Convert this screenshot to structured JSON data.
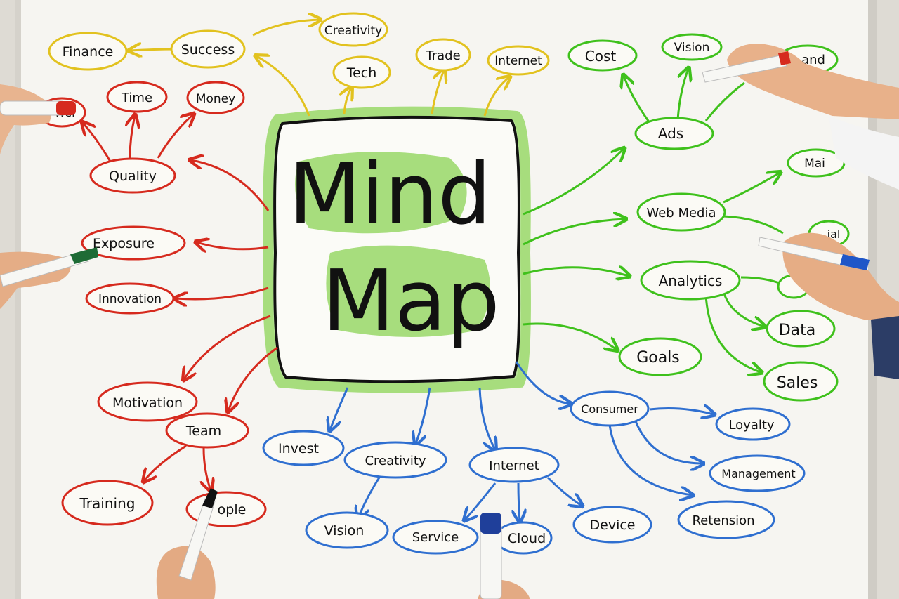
{
  "center": {
    "line1": "Mind",
    "line2": "Map"
  },
  "colors": {
    "yellow": "#e2c21f",
    "red": "#d62a1e",
    "green": "#3fc11c",
    "blue": "#2f6fd0",
    "ink": "#111111",
    "highlight": "#a7dd7d",
    "board": "#f6f5f1"
  },
  "yellow_branch": {
    "nodes": [
      {
        "id": "finance",
        "label": "Finance"
      },
      {
        "id": "success",
        "label": "Success"
      },
      {
        "id": "creativity_top",
        "label": "Creativity"
      },
      {
        "id": "tech",
        "label": "Tech"
      },
      {
        "id": "trade",
        "label": "Trade"
      },
      {
        "id": "internet_top",
        "label": "Internet"
      }
    ]
  },
  "red_branch": {
    "nodes": [
      {
        "id": "red_hidden",
        "label": "Wel"
      },
      {
        "id": "time",
        "label": "Time"
      },
      {
        "id": "money",
        "label": "Money"
      },
      {
        "id": "quality",
        "label": "Quality"
      },
      {
        "id": "exposure",
        "label": "Exposure"
      },
      {
        "id": "innovation",
        "label": "Innovation"
      },
      {
        "id": "motivation",
        "label": "Motivation"
      },
      {
        "id": "team",
        "label": "Team"
      },
      {
        "id": "training",
        "label": "Training"
      },
      {
        "id": "people",
        "label": "ople"
      }
    ]
  },
  "green_branch": {
    "nodes": [
      {
        "id": "cost",
        "label": "Cost"
      },
      {
        "id": "vision_top",
        "label": "Vision"
      },
      {
        "id": "brand",
        "label": "and"
      },
      {
        "id": "ads",
        "label": "Ads"
      },
      {
        "id": "mail",
        "label": "Mai"
      },
      {
        "id": "webmedia",
        "label": "Web Media"
      },
      {
        "id": "social",
        "label": "ial"
      },
      {
        "id": "analytics",
        "label": "Analytics"
      },
      {
        "id": "data",
        "label": "Data"
      },
      {
        "id": "goals",
        "label": "Goals"
      },
      {
        "id": "sales",
        "label": "Sales"
      }
    ]
  },
  "blue_branch": {
    "nodes": [
      {
        "id": "invest",
        "label": "Invest"
      },
      {
        "id": "creativity_bottom",
        "label": "Creativity"
      },
      {
        "id": "internet_bottom",
        "label": "Internet"
      },
      {
        "id": "consumer",
        "label": "Consumer"
      },
      {
        "id": "loyalty",
        "label": "Loyalty"
      },
      {
        "id": "management",
        "label": "Management"
      },
      {
        "id": "retension",
        "label": "Retension"
      },
      {
        "id": "vision_bottom",
        "label": "Vision"
      },
      {
        "id": "service",
        "label": "Service"
      },
      {
        "id": "cloud",
        "label": "Cloud"
      },
      {
        "id": "device",
        "label": "Device"
      }
    ]
  }
}
